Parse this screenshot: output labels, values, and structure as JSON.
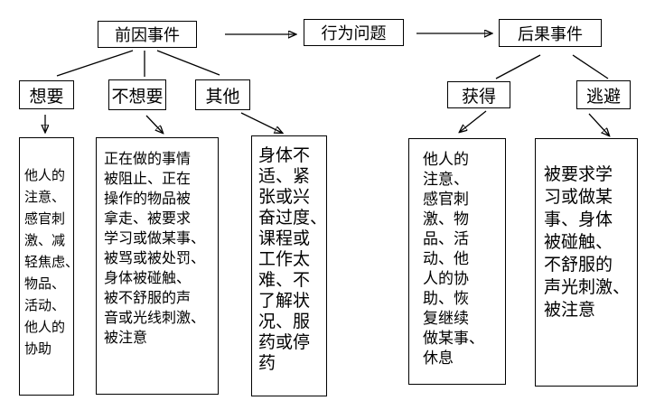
{
  "flow": {
    "antecedent": "前因事件",
    "behavior": "行为问题",
    "consequence": "后果事件"
  },
  "antecedent_branches": [
    {
      "label": "想要",
      "details": [
        "他人的",
        "注意、",
        "感官刺",
        "激、减",
        "轻焦虑、",
        "物品、",
        "活动、",
        "他人的",
        "协助"
      ]
    },
    {
      "label": "不想要",
      "details": [
        "正在做的事情",
        "被阻止、正在",
        "操作的物品被",
        "拿走、被要求",
        "学习或做某事、",
        "被骂或被处罚、",
        "身体被碰触、",
        "被不舒服的声",
        "音或光线刺激、",
        "被注意"
      ]
    },
    {
      "label": "其他",
      "details": [
        "身体不",
        "适、紧",
        "张或兴",
        "奋过度、",
        "课程或",
        "工作太",
        "难、不",
        "了解状",
        "况、服",
        "药或停",
        "药"
      ]
    }
  ],
  "consequence_branches": [
    {
      "label": "获得",
      "details": [
        "他人的",
        "注意、",
        "感官刺",
        "激、物",
        "品、活",
        "动、他",
        "人的协",
        "助、恢",
        "复继续",
        "做某事、",
        "休息"
      ]
    },
    {
      "label": "逃避",
      "details": [
        "被要求学",
        "习或做某",
        "事、身体",
        "被碰触、",
        "不舒服的",
        "声光刺激、",
        "被注意"
      ]
    }
  ],
  "colors": {
    "background": "#ffffff",
    "line": "#000000",
    "text": "#000000"
  }
}
